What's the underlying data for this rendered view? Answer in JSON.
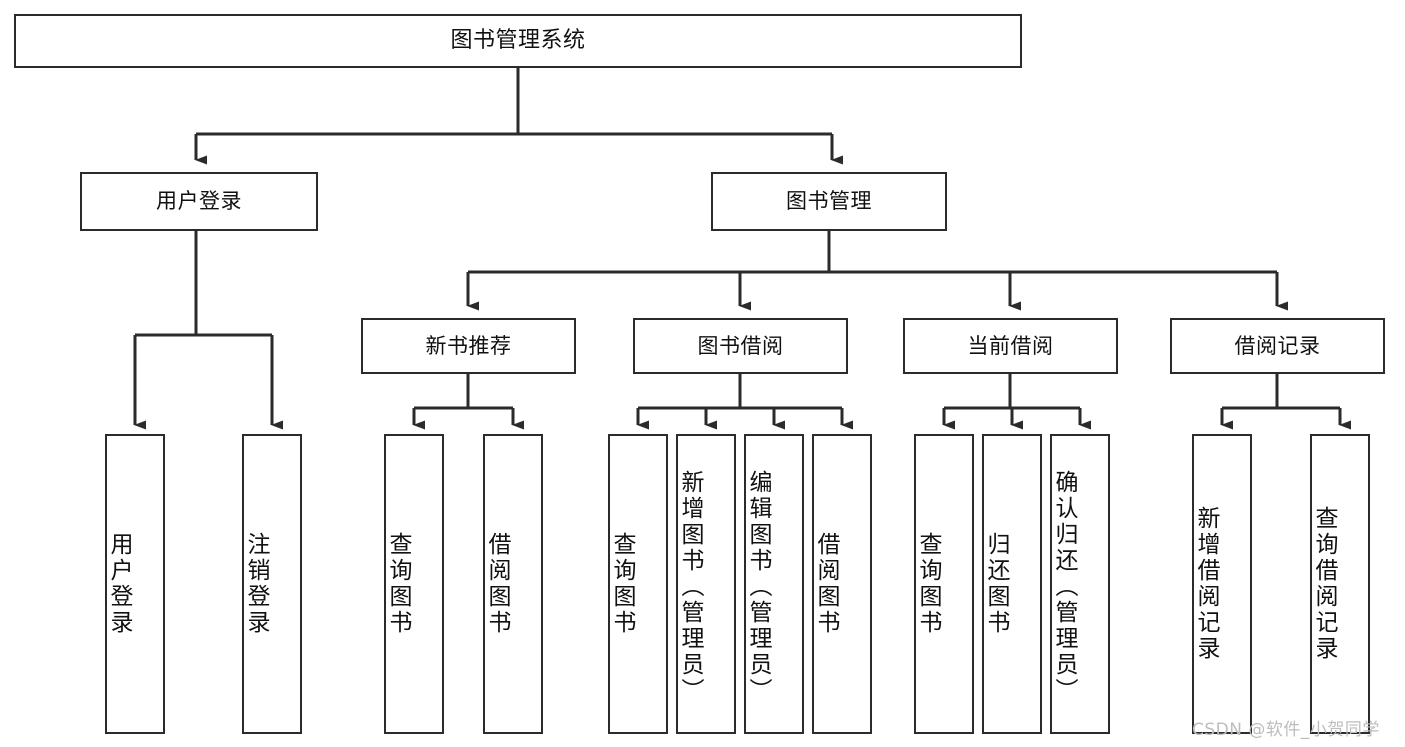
{
  "diagram": {
    "type": "tree-hierarchy",
    "title": "图书管理系统",
    "watermark": "CSDN @软件_小贺同学",
    "colors": {
      "stroke": "#2b2b2b",
      "fill": "#ffffff",
      "text": "#111111",
      "watermark": "#bdbdbd"
    },
    "root": {
      "label": "图书管理系统"
    },
    "level1": [
      {
        "label": "用户登录"
      },
      {
        "label": "图书管理"
      }
    ],
    "level2": [
      {
        "label": "新书推荐"
      },
      {
        "label": "图书借阅"
      },
      {
        "label": "当前借阅"
      },
      {
        "label": "借阅记录"
      }
    ],
    "leaves": {
      "user_login": [
        {
          "label": "用户登录"
        },
        {
          "label": "注销登录"
        }
      ],
      "new_book_recommend": [
        {
          "label": "查询图书"
        },
        {
          "label": "借阅图书"
        }
      ],
      "book_borrow": [
        {
          "label": "查询图书"
        },
        {
          "label": "新增图书（管理员）"
        },
        {
          "label": "编辑图书（管理员）"
        },
        {
          "label": "借阅图书"
        }
      ],
      "current_borrow": [
        {
          "label": "查询图书"
        },
        {
          "label": "归还图书"
        },
        {
          "label": "确认归还（管理员）"
        }
      ],
      "borrow_record": [
        {
          "label": "新增借阅记录"
        },
        {
          "label": "查询借阅记录"
        }
      ]
    }
  }
}
